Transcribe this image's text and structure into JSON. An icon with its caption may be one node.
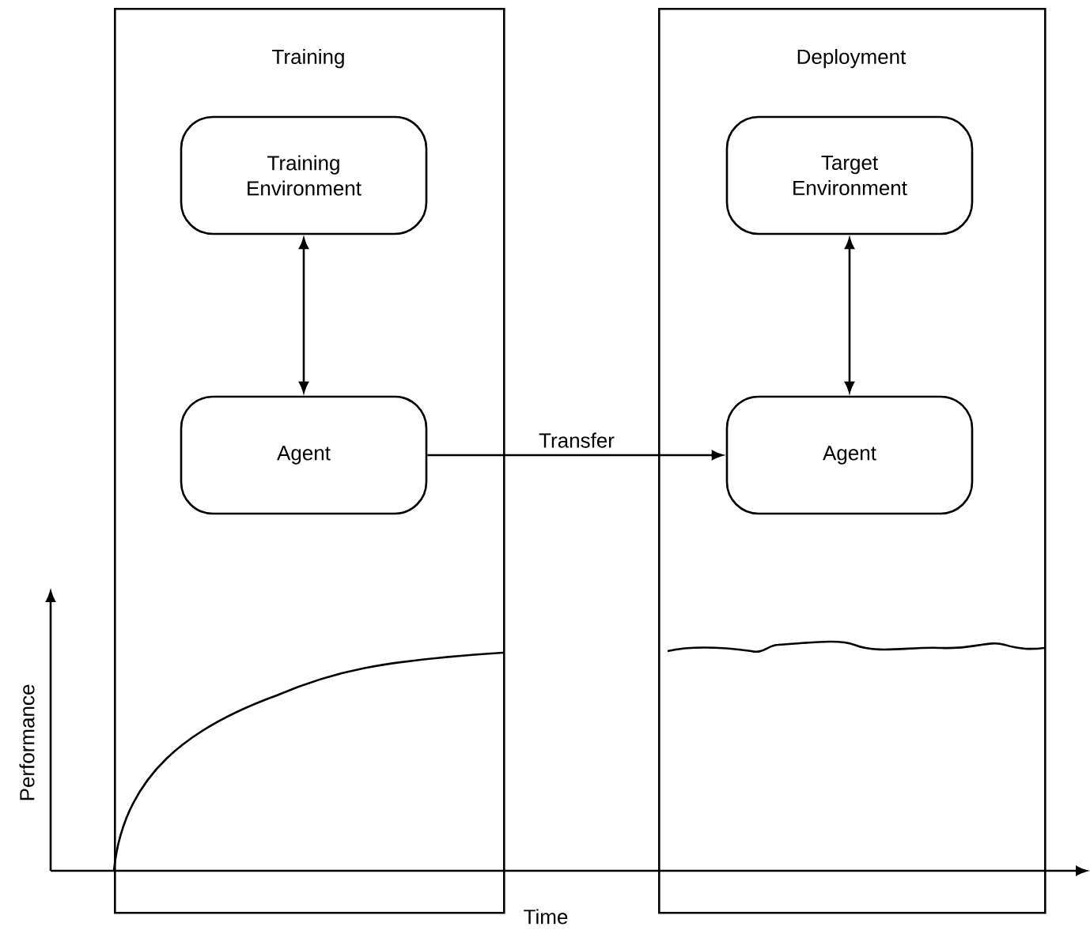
{
  "diagram": {
    "nodes": [
      {
        "text": [
          "Training"
        ]
      },
      {
        "text": [
          "Training Environment"
        ],
        "in": 0
      },
      {
        "text": [
          "Agent"
        ],
        "in": 0
      },
      {
        "text": [
          "Deployment"
        ]
      },
      {
        "text": [
          "Target Environment"
        ],
        "in": 3
      },
      {
        "text": [
          "Agent"
        ],
        "in": 3
      }
    ],
    "edges": [
      {
        "from": 1,
        "to": 2,
        "arrow": "both"
      },
      {
        "from": 4,
        "to": 5,
        "arrow": "both"
      },
      {
        "from": 2,
        "to": 5,
        "arrow": "to",
        "label": "Transfer"
      }
    ],
    "labels": [
      "Performance",
      "Time"
    ]
  }
}
